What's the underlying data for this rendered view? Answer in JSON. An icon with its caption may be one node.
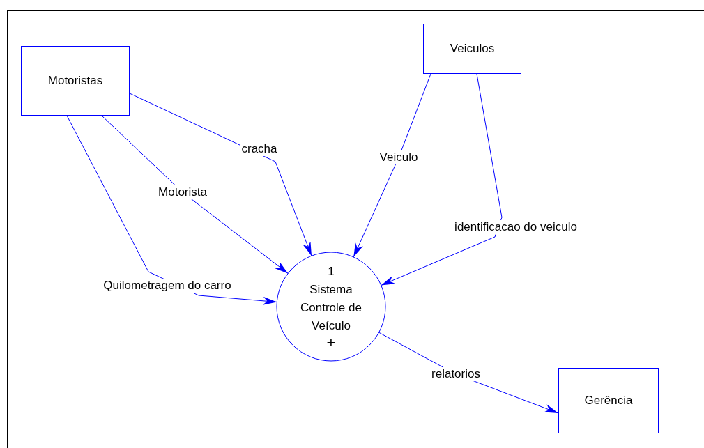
{
  "diagram": {
    "nodes": [
      {
        "text": [
          "Motoristas"
        ]
      },
      {
        "text": [
          "Veiculos"
        ]
      },
      {
        "text": [
          "1",
          "Sistema Controle de Veículo",
          "+"
        ]
      },
      {
        "text": [
          "Gerência"
        ]
      }
    ],
    "edges": [
      {
        "from": 0,
        "to": 2,
        "arrow": "to",
        "label": "cracha"
      },
      {
        "from": 0,
        "to": 2,
        "arrow": "to",
        "label": "Motorista"
      },
      {
        "from": 0,
        "to": 2,
        "arrow": "to",
        "label": "Quilometragem do carro"
      },
      {
        "from": 1,
        "to": 2,
        "arrow": "to",
        "label": "Veiculo"
      },
      {
        "from": 1,
        "to": 2,
        "arrow": "to",
        "label": "identificacao do veiculo"
      },
      {
        "from": 2,
        "to": 3,
        "arrow": "to",
        "label": "relatorios"
      }
    ]
  }
}
